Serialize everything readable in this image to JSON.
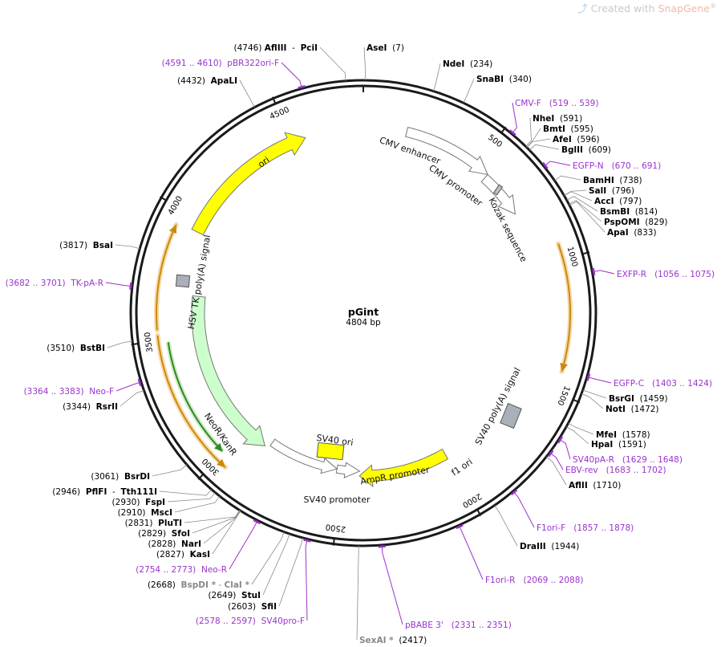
{
  "watermark": {
    "prefix": "Created with ",
    "brand": "SnapGene",
    "reg": "®"
  },
  "plasmid": {
    "name": "pGint",
    "length_label": "4804 bp",
    "length": 4804
  },
  "ruler": [
    {
      "pos": 500,
      "label": "500"
    },
    {
      "pos": 1000,
      "label": "1000"
    },
    {
      "pos": 1500,
      "label": "1500"
    },
    {
      "pos": 2000,
      "label": "2000"
    },
    {
      "pos": 2500,
      "label": "2500"
    },
    {
      "pos": 3000,
      "label": "3000"
    },
    {
      "pos": 3500,
      "label": "3500"
    },
    {
      "pos": 4000,
      "label": "4000"
    },
    {
      "pos": 4500,
      "label": "4500"
    }
  ],
  "features": [
    {
      "name": "CMV enhancer",
      "start": 180,
      "end": 560,
      "color": "#ffffff",
      "type": "arrow"
    },
    {
      "name": "CMV promoter",
      "start": 560,
      "end": 760,
      "color": "#ffffff",
      "type": "arrow"
    },
    {
      "name": "Kozak sequence",
      "start": 870,
      "end": 880,
      "color": "#bdbdbd",
      "type": "box"
    },
    {
      "name": "SV40 poly(A) signal",
      "start": 1790,
      "end": 1900,
      "color": "#aab0b8",
      "type": "box"
    },
    {
      "name": "f1 ori",
      "start": 2000,
      "end": 2420,
      "color": "#ffff00",
      "type": "arrow"
    },
    {
      "name": "AmpR promoter",
      "start": 2420,
      "end": 2530,
      "color": "#ffffff",
      "type": "arrow"
    },
    {
      "name": "SV40 promoter",
      "start": 2530,
      "end": 2870,
      "color": "#ffffff",
      "type": "arrow"
    },
    {
      "name": "SV40 ori",
      "start": 2640,
      "end": 2740,
      "color": "#ffff00",
      "type": "box"
    },
    {
      "name": "NeoR/KanR",
      "start": 2890,
      "end": 3680,
      "color": "#ccffcc",
      "type": "arrow"
    },
    {
      "name": "HSV TK poly(A) signal",
      "start": 3810,
      "end": 3840,
      "color": "#aab0b8",
      "type": "box"
    },
    {
      "name": "ori",
      "start": 3950,
      "end": 4560,
      "color": "#ffff00",
      "type": "arrow"
    }
  ],
  "orfs": [
    {
      "start": 940,
      "end": 1420,
      "dir": 1
    },
    {
      "start": 2960,
      "end": 3520,
      "dir": -1
    },
    {
      "start": 3540,
      "end": 3940,
      "dir": 1
    }
  ],
  "neo_orf": {
    "start": 3010,
    "end": 3490
  },
  "sites": [
    {
      "parts": [
        {
          "t": "(4746) "
        },
        {
          "t": "AflIII",
          "b": true
        },
        {
          "t": "  -  "
        },
        {
          "t": "PciI",
          "b": true
        }
      ]
    },
    {
      "parts": [
        {
          "t": "AseI",
          "b": true
        },
        {
          "t": "  (7)"
        }
      ]
    },
    {
      "parts": [
        {
          "t": "NdeI",
          "b": true
        },
        {
          "t": "  (234)"
        }
      ]
    },
    {
      "parts": [
        {
          "t": "SnaBI",
          "b": true
        },
        {
          "t": "  (340)"
        }
      ]
    },
    {
      "parts": [
        {
          "t": "CMV-F",
          "p": true
        },
        {
          "t": "   (519 .. 539)",
          "p": true
        }
      ]
    },
    {
      "parts": [
        {
          "t": "NheI",
          "b": true
        },
        {
          "t": "  (591)"
        }
      ]
    },
    {
      "parts": [
        {
          "t": "BmtI",
          "b": true
        },
        {
          "t": "  (595)"
        }
      ]
    },
    {
      "parts": [
        {
          "t": "AfeI",
          "b": true
        },
        {
          "t": "  (596)"
        }
      ]
    },
    {
      "parts": [
        {
          "t": "BglII",
          "b": true
        },
        {
          "t": "  (609)"
        }
      ]
    },
    {
      "parts": [
        {
          "t": "EGFP-N",
          "p": true
        },
        {
          "t": "   (670 .. 691)",
          "p": true
        }
      ]
    },
    {
      "parts": [
        {
          "t": "BamHI",
          "b": true
        },
        {
          "t": "  (738)"
        }
      ]
    },
    {
      "parts": [
        {
          "t": "SalI",
          "b": true
        },
        {
          "t": "  (796)"
        }
      ]
    },
    {
      "parts": [
        {
          "t": "AccI",
          "b": true
        },
        {
          "t": "  (797)"
        }
      ]
    },
    {
      "parts": [
        {
          "t": "BsmBI",
          "b": true
        },
        {
          "t": "  (814)"
        }
      ]
    },
    {
      "parts": [
        {
          "t": "PspOMI",
          "b": true
        },
        {
          "t": "  (829)"
        }
      ]
    },
    {
      "parts": [
        {
          "t": "ApaI",
          "b": true
        },
        {
          "t": "  (833)"
        }
      ]
    },
    {
      "parts": [
        {
          "t": "EXFP-R",
          "p": true
        },
        {
          "t": "   (1056 .. 1075)",
          "p": true
        }
      ]
    },
    {
      "parts": [
        {
          "t": "EGFP-C",
          "p": true
        },
        {
          "t": "   (1403 .. 1424)",
          "p": true
        }
      ]
    },
    {
      "parts": [
        {
          "t": "BsrGI",
          "b": true
        },
        {
          "t": "  (1459)"
        }
      ]
    },
    {
      "parts": [
        {
          "t": "NotI",
          "b": true
        },
        {
          "t": "  (1472)"
        }
      ]
    },
    {
      "parts": [
        {
          "t": "MfeI",
          "b": true
        },
        {
          "t": "  (1578)"
        }
      ]
    },
    {
      "parts": [
        {
          "t": "HpaI",
          "b": true
        },
        {
          "t": "  (1591)"
        }
      ]
    },
    {
      "parts": [
        {
          "t": "SV40pA-R",
          "p": true
        },
        {
          "t": "   (1629 .. 1648)",
          "p": true
        }
      ]
    },
    {
      "parts": [
        {
          "t": "EBV-rev",
          "p": true
        },
        {
          "t": "   (1683 .. 1702)",
          "p": true
        }
      ]
    },
    {
      "parts": [
        {
          "t": "AflII",
          "b": true
        },
        {
          "t": "  (1710)"
        }
      ]
    },
    {
      "parts": [
        {
          "t": "F1ori-F",
          "p": true
        },
        {
          "t": "   (1857 .. 1878)",
          "p": true
        }
      ]
    },
    {
      "parts": [
        {
          "t": "DraIII",
          "b": true
        },
        {
          "t": "  (1944)"
        }
      ]
    },
    {
      "parts": [
        {
          "t": "F1ori-R",
          "p": true
        },
        {
          "t": "   (2069 .. 2088)",
          "p": true
        }
      ]
    },
    {
      "parts": [
        {
          "t": "pBABE 3'",
          "p": true
        },
        {
          "t": "   (2331 .. 2351)",
          "p": true
        }
      ]
    },
    {
      "parts": [
        {
          "t": "SexAI *",
          "g": true
        },
        {
          "t": "  (2417)"
        }
      ]
    },
    {
      "parts": [
        {
          "t": "(2578 .. 2597)  ",
          "p": true
        },
        {
          "t": "SV40pro-F",
          "p": true
        }
      ]
    },
    {
      "parts": [
        {
          "t": "(2603)  "
        },
        {
          "t": "SfiI",
          "b": true
        }
      ]
    },
    {
      "parts": [
        {
          "t": "(2649)  "
        },
        {
          "t": "StuI",
          "b": true
        }
      ]
    },
    {
      "parts": [
        {
          "t": "(2668)  "
        },
        {
          "t": "BspDI *",
          "g": true
        },
        {
          "t": " - ",
          "gp": true
        },
        {
          "t": "ClaI *",
          "g": true
        }
      ]
    },
    {
      "parts": [
        {
          "t": "(2754 .. 2773)  ",
          "p": true
        },
        {
          "t": "Neo-R",
          "p": true
        }
      ]
    },
    {
      "parts": [
        {
          "t": "(2827)  "
        },
        {
          "t": "KasI",
          "b": true
        }
      ]
    },
    {
      "parts": [
        {
          "t": "(2828)  "
        },
        {
          "t": "NarI",
          "b": true
        }
      ]
    },
    {
      "parts": [
        {
          "t": "(2829)  "
        },
        {
          "t": "SfoI",
          "b": true
        }
      ]
    },
    {
      "parts": [
        {
          "t": "(2831)  "
        },
        {
          "t": "PluTI",
          "b": true
        }
      ]
    },
    {
      "parts": [
        {
          "t": "(2910)  "
        },
        {
          "t": "MscI",
          "b": true
        }
      ]
    },
    {
      "parts": [
        {
          "t": "(2930)  "
        },
        {
          "t": "FspI",
          "b": true
        }
      ]
    },
    {
      "parts": [
        {
          "t": "(2946)  "
        },
        {
          "t": "PflFI",
          "b": true
        },
        {
          "t": "  -  "
        },
        {
          "t": "Tth111I",
          "b": true
        }
      ]
    },
    {
      "parts": [
        {
          "t": "(3061)  "
        },
        {
          "t": "BsrDI",
          "b": true
        }
      ]
    },
    {
      "parts": [
        {
          "t": "(3344)  "
        },
        {
          "t": "RsrII",
          "b": true
        }
      ]
    },
    {
      "parts": [
        {
          "t": "(3364 .. 3383)  ",
          "p": true
        },
        {
          "t": "Neo-F",
          "p": true
        }
      ]
    },
    {
      "parts": [
        {
          "t": "(3510)  "
        },
        {
          "t": "BstBI",
          "b": true
        }
      ]
    },
    {
      "parts": [
        {
          "t": "(3682 .. 3701)  ",
          "p": true
        },
        {
          "t": "TK-pA-R",
          "p": true
        }
      ]
    },
    {
      "parts": [
        {
          "t": "(3817)  "
        },
        {
          "t": "BsaI",
          "b": true
        }
      ]
    },
    {
      "parts": [
        {
          "t": "(4432)  "
        },
        {
          "t": "ApaLI",
          "b": true
        }
      ]
    },
    {
      "parts": [
        {
          "t": "(4591 .. 4610)  ",
          "p": true
        },
        {
          "t": "pBR322ori-F",
          "p": true
        }
      ]
    }
  ]
}
